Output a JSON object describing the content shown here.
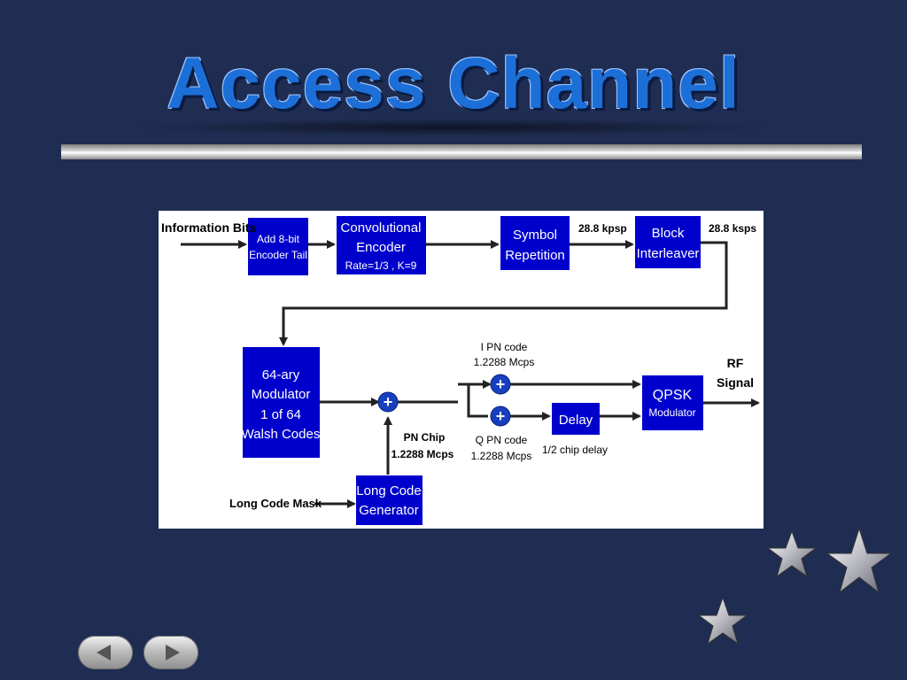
{
  "slide": {
    "title": "Access Channel"
  },
  "diagram": {
    "input_label": "Information Bits",
    "blocks": {
      "tail": [
        "Add 8-bit",
        "Encoder Tail"
      ],
      "conv": [
        "Convolutional",
        "Encoder",
        "Rate=1/3 , K=9"
      ],
      "sym": [
        "Symbol",
        "Repetition"
      ],
      "inter": [
        "Block",
        "Interleaver"
      ],
      "walsh": [
        "64-ary",
        "Modulator",
        "1 of 64",
        "Walsh Codes"
      ],
      "delay": [
        "Delay"
      ],
      "qpsk": [
        "QPSK",
        "Modulator"
      ],
      "lcg": [
        "Long Code",
        "Generator"
      ]
    },
    "rates": {
      "after_repetition": "28.8 kpsp",
      "after_interleaver": "28.8 ksps"
    },
    "i_pn": [
      "I PN code",
      "1.2288 Mcps"
    ],
    "q_pn": [
      "Q PN code",
      "1.2288 Mcps"
    ],
    "pn_chip": [
      "PN Chip",
      "1.2288 Mcps"
    ],
    "delay_note": "1/2 chip delay",
    "output_label": [
      "RF",
      "Signal"
    ],
    "mask_label": "Long Code Mask",
    "adder_symbol": "+"
  },
  "colors": {
    "background": "#1f2d52",
    "block_fill": "#0000cc",
    "title": "#1d6fd8",
    "adder_fill": "#1740c0"
  },
  "navigation": {
    "prev_icon": "left-arrow-icon",
    "next_icon": "right-arrow-icon"
  },
  "decoration": {
    "stars_icon": "stars-icon"
  }
}
